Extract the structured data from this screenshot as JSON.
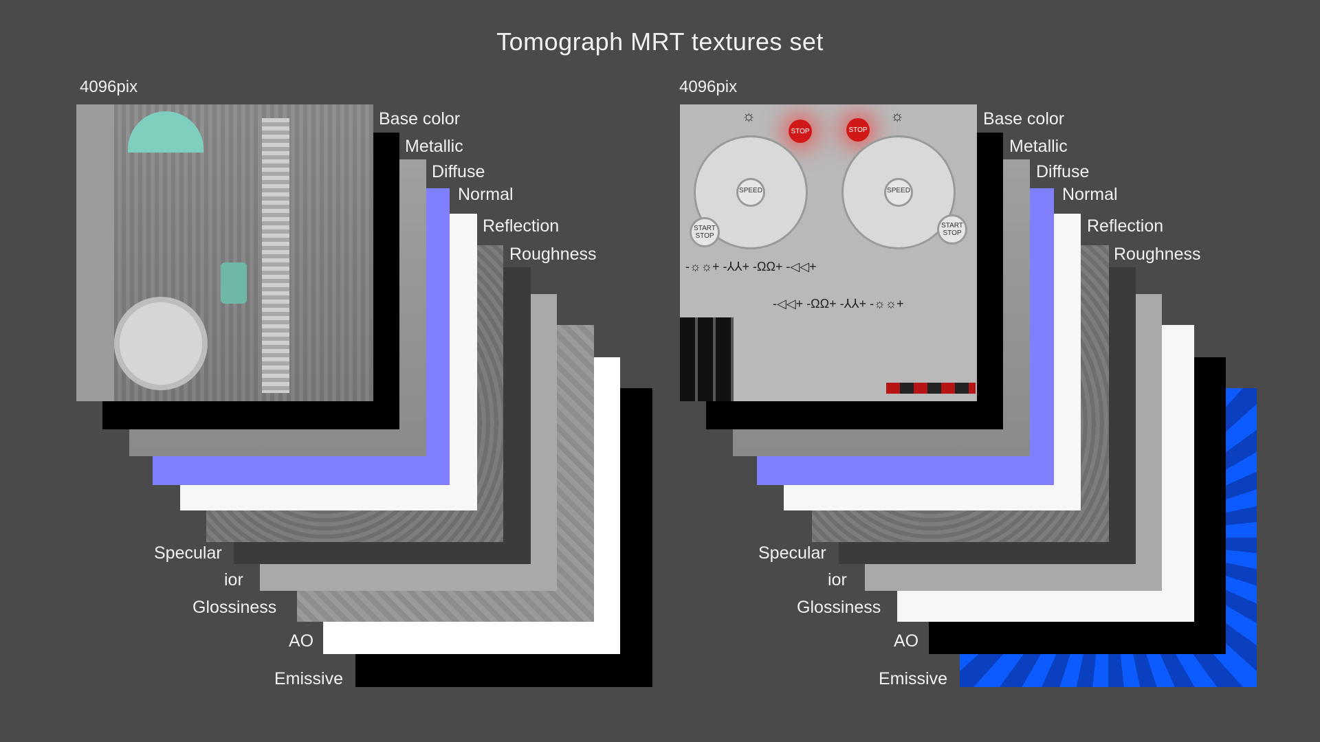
{
  "title": "Tomograph MRT textures set",
  "left": {
    "resolution": "4096pix",
    "labels": {
      "base_color": "Base color",
      "metallic": "Metallic",
      "diffuse": "Diffuse",
      "normal": "Normal",
      "reflection": "Reflection",
      "roughness": "Roughness",
      "specular": "Specular",
      "ior": "ior",
      "glossiness": "Glossiness",
      "ao": "AO",
      "emissive": "Emissive"
    }
  },
  "right": {
    "resolution": "4096pix",
    "labels": {
      "base_color": "Base color",
      "metallic": "Metallic",
      "diffuse": "Diffuse",
      "normal": "Normal",
      "reflection": "Reflection",
      "roughness": "Roughness",
      "specular": "Specular",
      "ior": "ior",
      "glossiness": "Glossiness",
      "ao": "AO",
      "emissive": "Emissive"
    },
    "buttons": {
      "stop": "STOP",
      "speed": "SPEED",
      "start_stop": "START STOP"
    }
  },
  "colors": {
    "background": "#4a4a4a",
    "normal_map": "#8080ff",
    "emissive_blue": "#0b5bff",
    "stop_red": "#d01818",
    "teal_accent": "#7fcfbf"
  }
}
